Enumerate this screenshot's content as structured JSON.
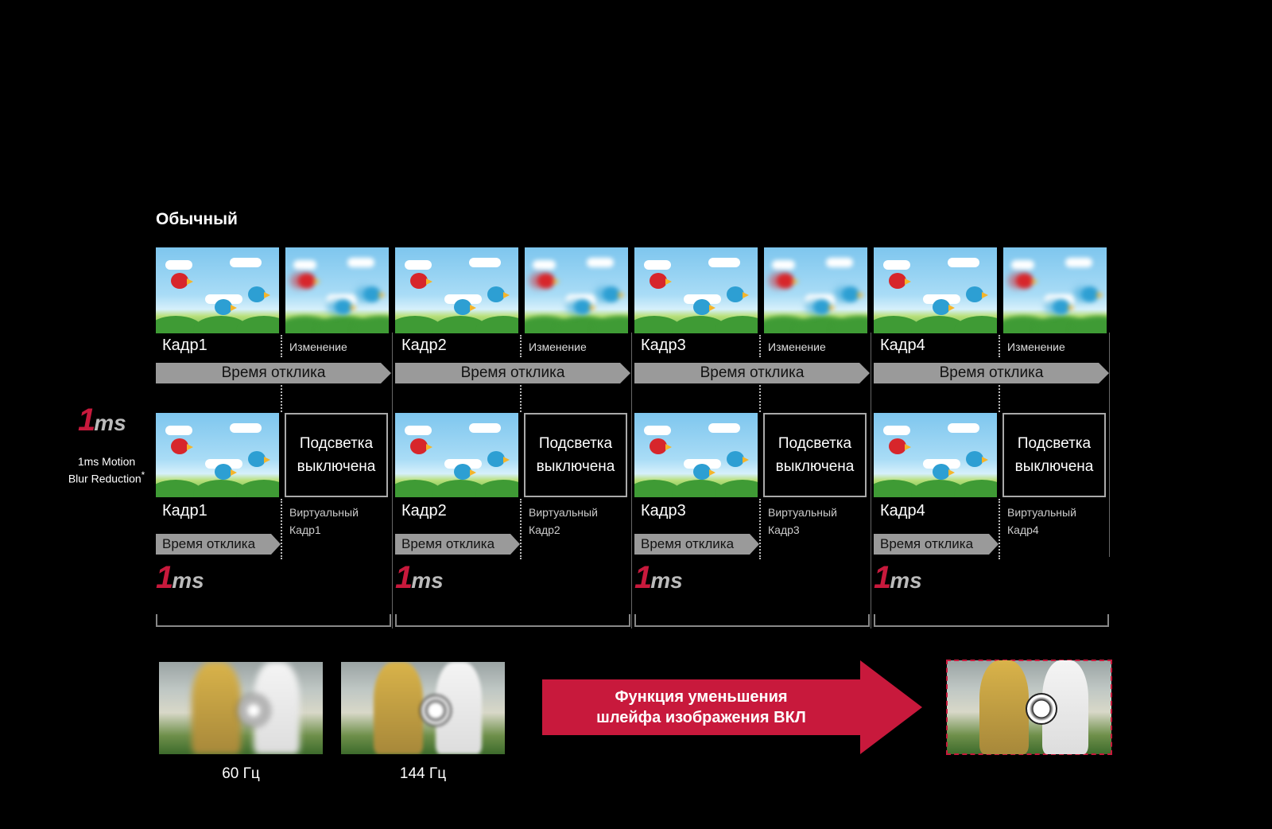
{
  "section_title": "Обычный",
  "columns": [
    {
      "frame": "Кадр1",
      "change": "Изменение",
      "response": "Время отклика",
      "backlight": "Подсветка выключена",
      "virtual": "Виртуальный",
      "virtual_frame": "Кадр1"
    },
    {
      "frame": "Кадр2",
      "change": "Изменение",
      "response": "Время отклика",
      "backlight": "Подсветка выключена",
      "virtual": "Виртуальный",
      "virtual_frame": "Кадр2"
    },
    {
      "frame": "Кадр3",
      "change": "Изменение",
      "response": "Время отклика",
      "backlight": "Подсветка выключена",
      "virtual": "Виртуальный",
      "virtual_frame": "Кадр3"
    },
    {
      "frame": "Кадр4",
      "change": "Изменение",
      "response": "Время отклика",
      "backlight": "Подсветка выключена",
      "virtual": "Виртуальный",
      "virtual_frame": "Кадр4"
    }
  ],
  "side_logo": {
    "one": "1",
    "ms": "ms",
    "line1": "1ms Motion",
    "line2": "Blur Reduction",
    "asterisk": "*"
  },
  "logo": {
    "one": "1",
    "ms": "ms"
  },
  "comparison": {
    "hz60": "60 Гц",
    "hz144": "144 Гц",
    "arrow_text": "Функция уменьшения\nшлейфа изображения ВКЛ"
  },
  "colors": {
    "accent": "#c8193c",
    "arrow_gray": "#9a9a9a"
  }
}
